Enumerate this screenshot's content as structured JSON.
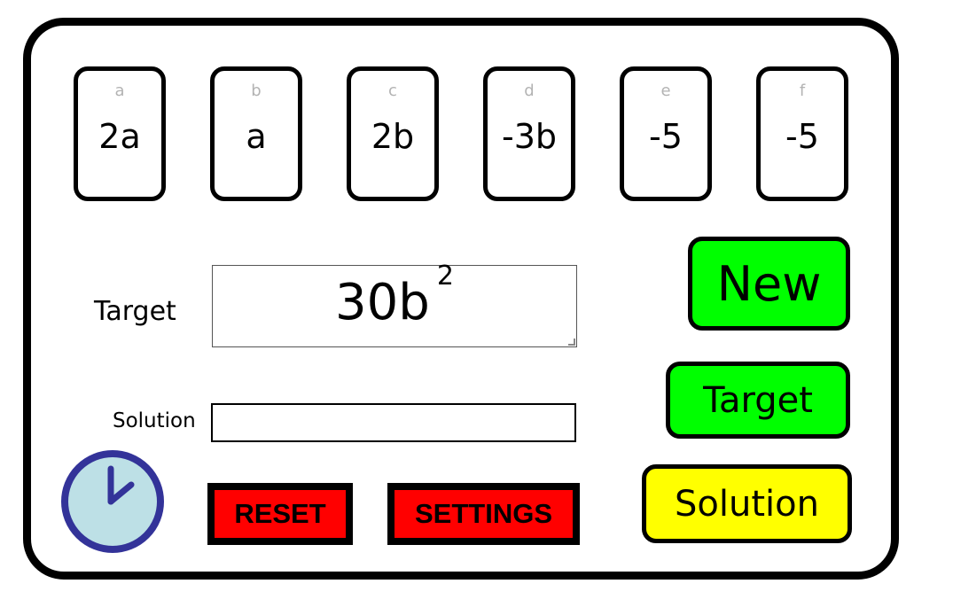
{
  "cards": [
    {
      "letter": "a",
      "value": "2a"
    },
    {
      "letter": "b",
      "value": "a"
    },
    {
      "letter": "c",
      "value": "2b"
    },
    {
      "letter": "d",
      "value": "-3b"
    },
    {
      "letter": "e",
      "value": "-5"
    },
    {
      "letter": "f",
      "value": "-5"
    }
  ],
  "target": {
    "label": "Target",
    "value": "30b",
    "superscript": "2"
  },
  "solution": {
    "label": "Solution",
    "value": ""
  },
  "buttons": {
    "new": "New",
    "target": "Target",
    "solution": "Solution",
    "reset": "RESET",
    "settings": "SETTINGS"
  },
  "colors": {
    "green": "#00ff00",
    "yellow": "#ffff00",
    "red": "#ff0000",
    "clock_face": "#bde0e6",
    "clock_rim": "#333399"
  },
  "icons": {
    "timer": "clock-icon"
  }
}
